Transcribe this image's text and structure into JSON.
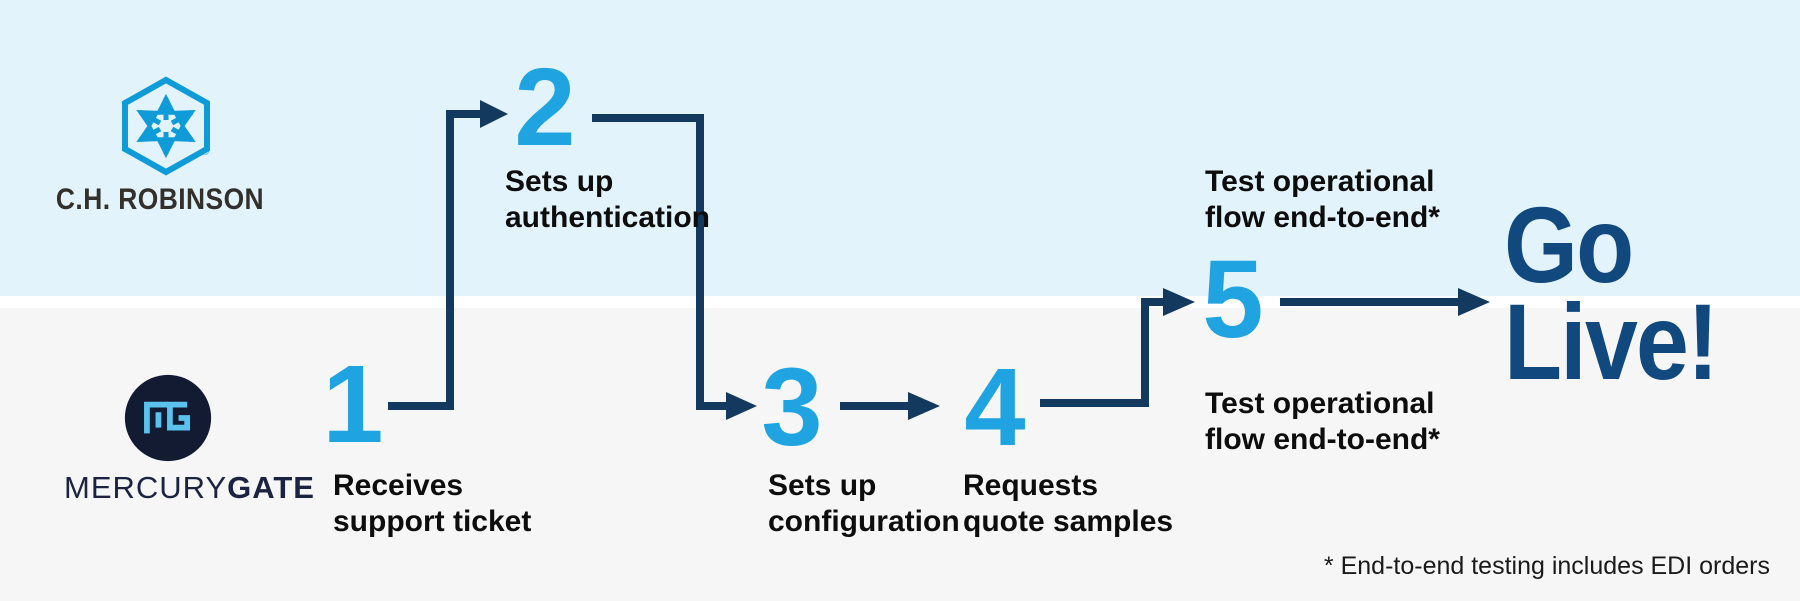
{
  "palette": {
    "lane-top": "#e2f3fb",
    "lane-bottom": "#f6f6f6",
    "divider": "#ffffff",
    "step-blue": "#1fa3e1",
    "connector": "#14395e",
    "navy": "#11487e",
    "label": "#0d0d0d",
    "chr-blue": "#0f9bd8",
    "chr-text": "#332f2b",
    "mg-circle": "#131b33",
    "mg-mono": "#5bc2ee",
    "mg-text": "#1b2340"
  },
  "lanes": {
    "top": {
      "company": "C.H. ROBINSON",
      "registered_mark": "®"
    },
    "bottom": {
      "company_prefix": "MERCURY",
      "company_suffix": "GATE"
    }
  },
  "steps": [
    {
      "number": "1",
      "label_line1": "Receives",
      "label_line2": "support ticket",
      "lane": "bottom"
    },
    {
      "number": "2",
      "label_line1": "Sets up",
      "label_line2": "authentication",
      "lane": "top"
    },
    {
      "number": "3",
      "label_line1": "Sets up",
      "label_line2": "configuration",
      "lane": "bottom"
    },
    {
      "number": "4",
      "label_line1": "Requests",
      "label_line2": "quote samples",
      "lane": "bottom"
    },
    {
      "number": "5",
      "label_top_line1": "Test operational",
      "label_top_line2": "flow end-to-end*",
      "label_bottom_line1": "Test operational",
      "label_bottom_line2": "flow end-to-end*",
      "lane": "both"
    }
  ],
  "outcome": {
    "line1": "Go",
    "line2": "Live!"
  },
  "footnote": "* End-to-end testing includes EDI orders"
}
